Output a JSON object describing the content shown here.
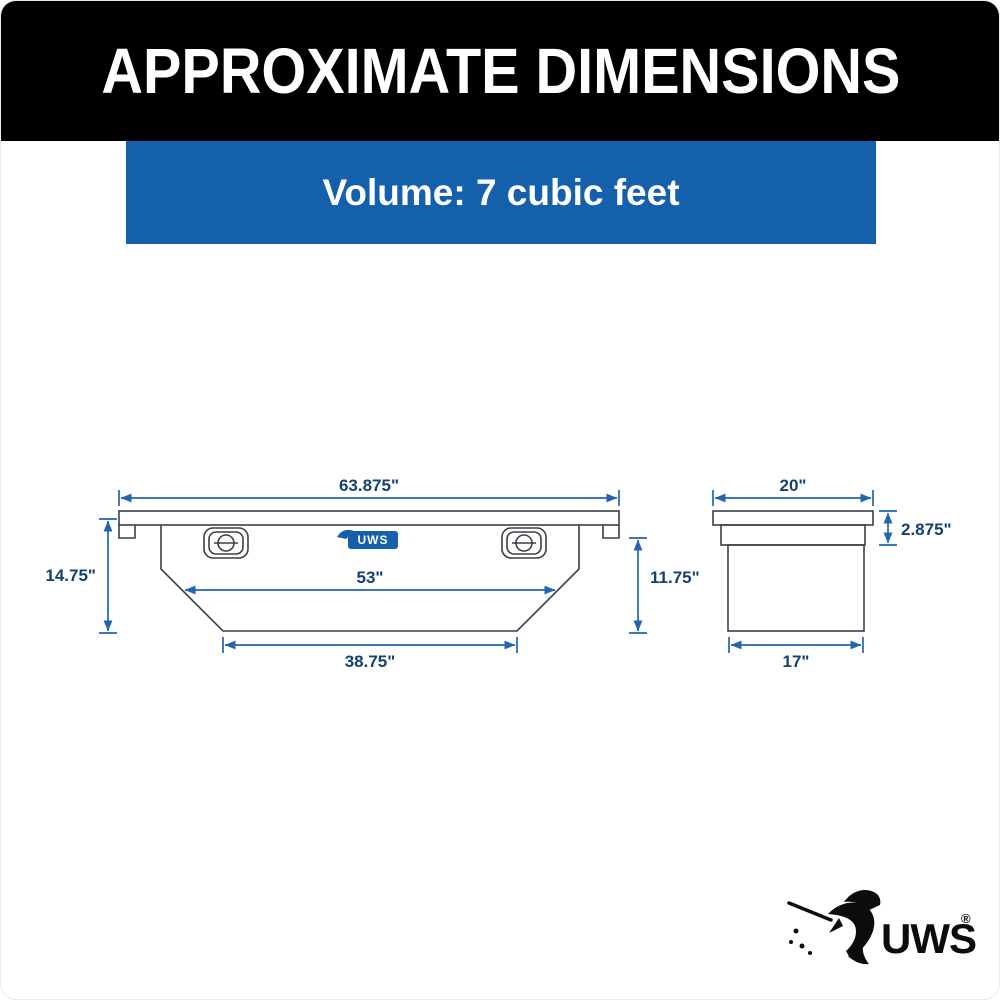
{
  "header": {
    "title": "APPROXIMATE DIMENSIONS"
  },
  "volume_banner": {
    "text": "Volume: 7 cubic feet"
  },
  "diagram": {
    "front_view": {
      "width_top": "63.875\"",
      "height_left": "14.75\"",
      "width_inner": "53\"",
      "width_bottom": "38.75\"",
      "height_right": "11.75\"",
      "logo_text": "UWS"
    },
    "side_view": {
      "width_top": "20\"",
      "lid_height": "2.875\"",
      "width_bottom": "17\""
    }
  },
  "footer_logo": {
    "brand": "UWS",
    "registered": "®"
  },
  "colors": {
    "banner_black": "#000000",
    "banner_blue": "#1560aa",
    "dimension_line_blue": "#2365ae",
    "dimension_text_navy": "#16416e",
    "drawing_line_gray": "#3c4146",
    "brand_black": "#0c0c0c"
  }
}
